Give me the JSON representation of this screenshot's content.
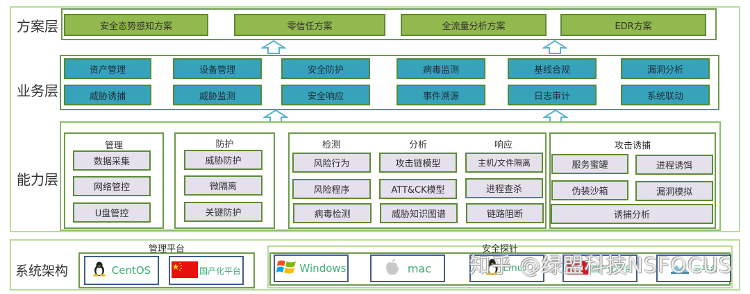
{
  "layers": {
    "solution": {
      "label": "方案层",
      "items": [
        "安全态势感知方案",
        "零信任方案",
        "全流量分析方案",
        "EDR方案"
      ]
    },
    "business": {
      "label": "业务层",
      "rows": [
        [
          "资产管理",
          "设备管理",
          "安全防护",
          "病毒监测",
          "基线合规",
          "漏洞分析"
        ],
        [
          "威胁诱捕",
          "威胁监测",
          "安全响应",
          "事件溯源",
          "日志审计",
          "系统联动"
        ]
      ]
    },
    "capability": {
      "label": "能力层",
      "groups": {
        "management": {
          "title": "管理",
          "items": [
            "数据采集",
            "网络管控",
            "U盘管控"
          ]
        },
        "protection": {
          "title": "防护",
          "items": [
            "威胁防护",
            "微隔离",
            "关键防护"
          ]
        },
        "detection": {
          "title": "检测",
          "items": [
            "风险行为",
            "风险程序",
            "病毒检测"
          ]
        },
        "analysis": {
          "title": "分析",
          "items": [
            "攻击链模型",
            "ATT&CK模型",
            "威胁知识图谱"
          ]
        },
        "response": {
          "title": "响应",
          "items": [
            "主机/文件隔离",
            "进程查杀",
            "链路阻断"
          ]
        },
        "deception": {
          "title": "攻击诱捕",
          "items": [
            "服务蜜罐",
            "进程诱饵",
            "伪装沙箱",
            "漏洞模拟",
            "诱捕分析"
          ]
        }
      }
    },
    "system": {
      "label": "系统架构",
      "management_platform": {
        "title": "管理平台",
        "items": [
          {
            "label": "CentOS",
            "icon": "linux-penguin-icon"
          },
          {
            "label": "国产化平台",
            "icon": "china-flag-icon"
          }
        ]
      },
      "security_probe": {
        "title": "安全探针",
        "items": [
          {
            "label": "Windows",
            "icon": "windows-logo-icon"
          },
          {
            "label": "mac",
            "icon": "apple-logo-icon"
          },
          {
            "label": "Linux",
            "icon": "linux-penguin-icon"
          },
          {
            "label": "国产化平台",
            "icon": "red-badge-icon"
          },
          {
            "label": "云平台",
            "icon": "cloud-icon"
          }
        ]
      }
    }
  },
  "watermark": "知乎 @绿盟科技NSFOCUS",
  "colors": {
    "solution_fill": "#92b94d",
    "business_fill": "#36a3bb",
    "capability_fill": "#e4e0ec",
    "frame_border": "#6c9a49",
    "outer_border": "#b7dc9a",
    "os_border": "#3f5e8c",
    "os_text": "#3fae76",
    "arrow": "#5bb0cf"
  }
}
